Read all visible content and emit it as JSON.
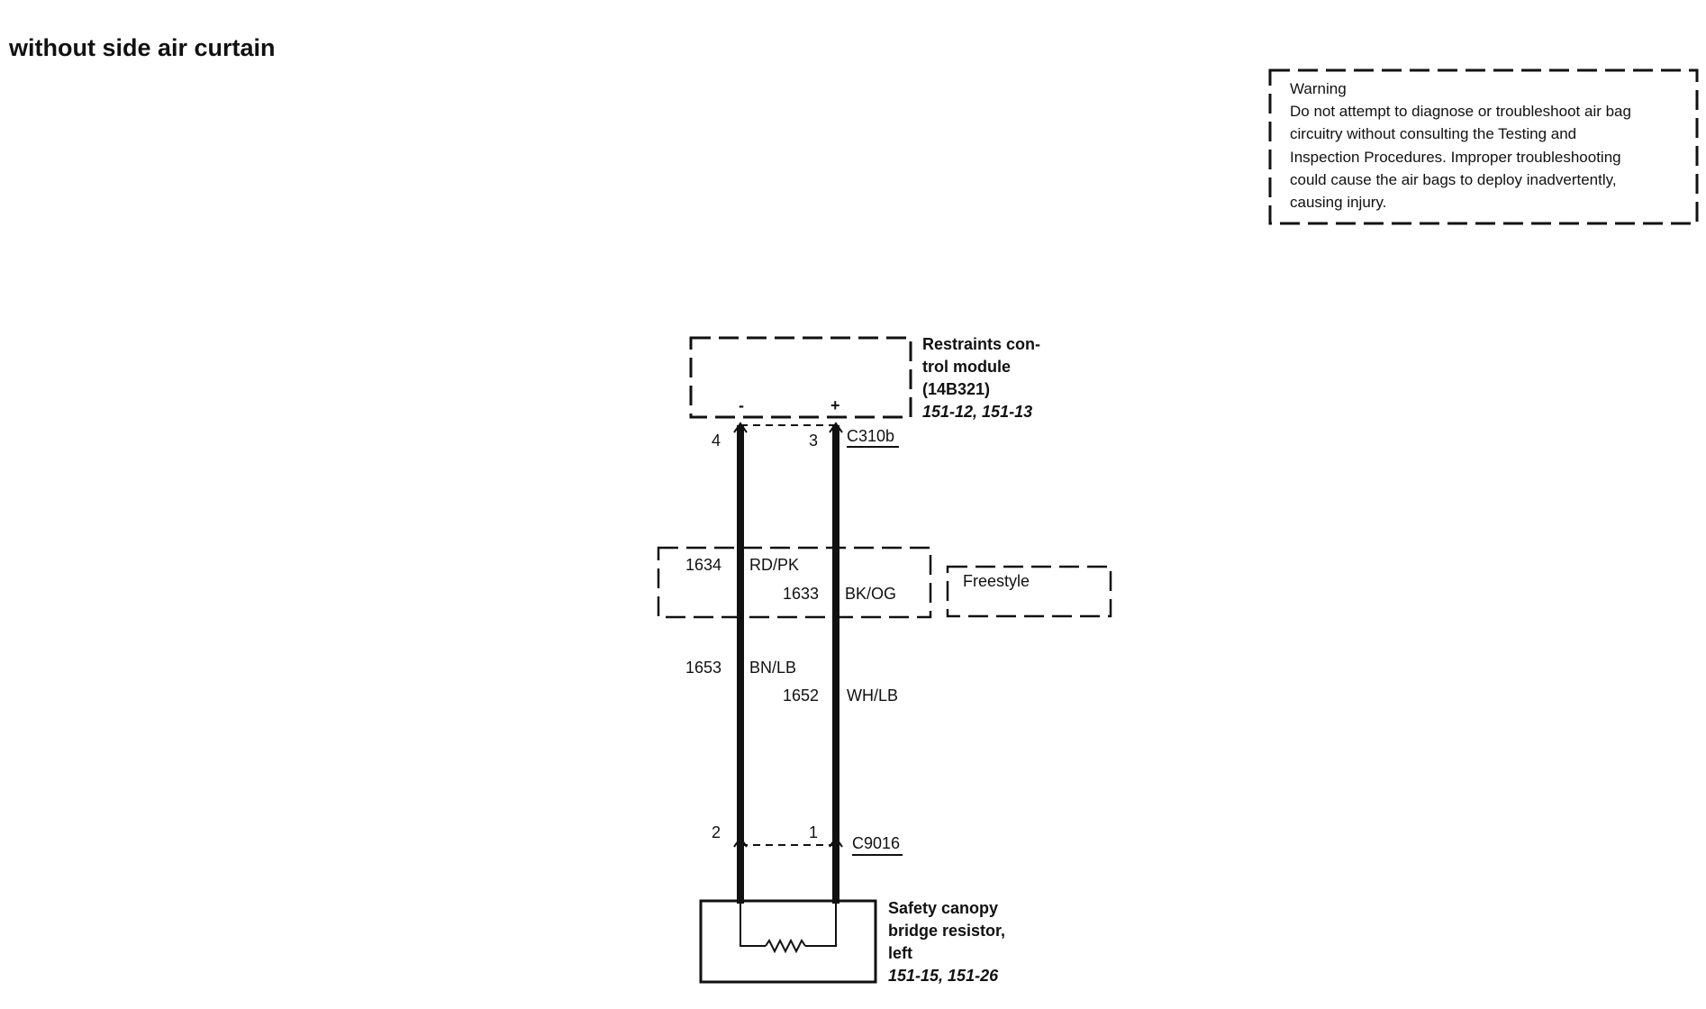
{
  "title": "without side air curtain",
  "warning": {
    "heading": "Warning",
    "lines": [
      "Do not attempt to diagnose or troubleshoot air bag",
      "circuitry without consulting the Testing and",
      "Inspection Procedures. Improper troubleshooting",
      "could cause the air bags to deploy inadvertently,",
      "causing injury."
    ]
  },
  "module": {
    "name_lines": [
      "Restraints con-",
      "trol module",
      "(14B321)"
    ],
    "pages": "151-12, 151-13",
    "minus": "-",
    "plus": "+"
  },
  "connector_top": {
    "id": "C310b",
    "pin_left": "4",
    "pin_right": "3"
  },
  "freestyle_box": {
    "left_circuit": "1634",
    "left_color": "RD/PK",
    "right_circuit": "1633",
    "right_color": "BK/OG",
    "label": "Freestyle"
  },
  "lower_circuits": {
    "left_circuit": "1653",
    "left_color": "BN/LB",
    "right_circuit": "1652",
    "right_color": "WH/LB"
  },
  "connector_bottom": {
    "id": "C9016",
    "pin_left": "2",
    "pin_right": "1"
  },
  "resistor": {
    "name_lines": [
      "Safety canopy",
      "bridge resistor,",
      "left"
    ],
    "pages": "151-15, 151-26"
  }
}
